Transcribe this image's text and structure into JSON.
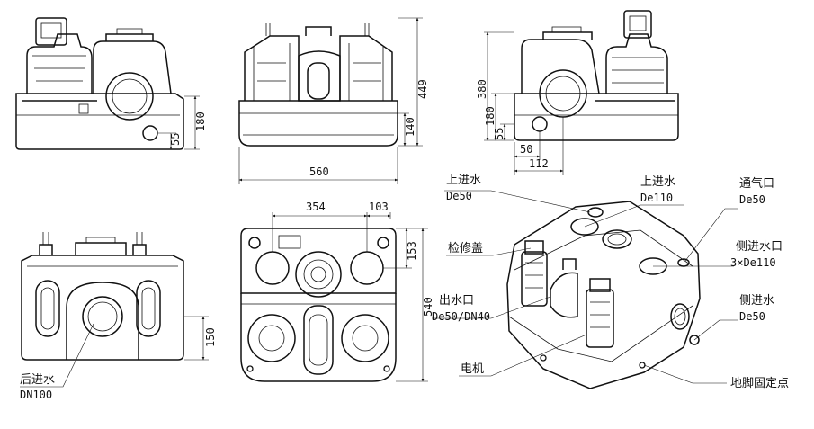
{
  "dimensions": {
    "front_height_180": "180",
    "front_height_55": "55",
    "top_total_height": "449",
    "top_height_140": "140",
    "top_width": "560",
    "side_height_380": "380",
    "side_height_180": "180",
    "side_height_55": "55",
    "side_offset_50": "50",
    "side_offset_112": "112",
    "rear_height_150": "150",
    "plan_width_354": "354",
    "plan_width_103": "103",
    "plan_height_153": "153",
    "plan_depth_540": "540"
  },
  "labels": {
    "rear_inlet": {
      "name": "后进水",
      "spec": "DN100"
    },
    "top_inlet_left": {
      "name": "上进水",
      "spec": "De50"
    },
    "top_inlet_right": {
      "name": "上进水",
      "spec": "De110"
    },
    "vent": {
      "name": "通气口",
      "spec": "De50"
    },
    "inspection_cover": {
      "name": "检修盖"
    },
    "side_inlet_large": {
      "name": "侧进水口",
      "spec": "3×De110"
    },
    "outlet": {
      "name": "出水口",
      "spec": "De50/DN40"
    },
    "side_inlet_small": {
      "name": "侧进水",
      "spec": "De50"
    },
    "motor": {
      "name": "电机"
    },
    "anchor_point": {
      "name": "地脚固定点"
    }
  }
}
